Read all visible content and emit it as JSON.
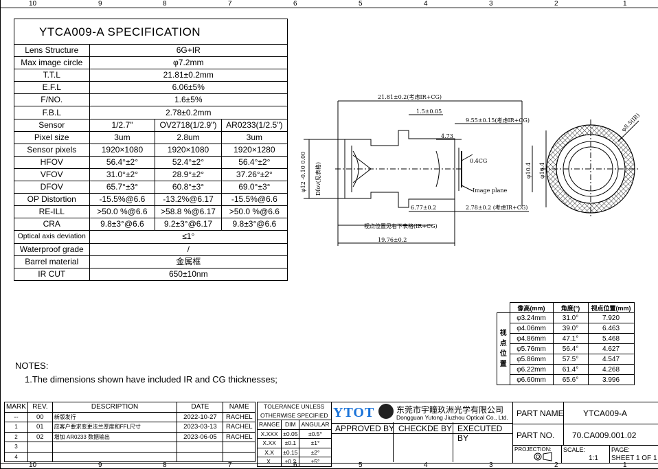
{
  "zones": [
    "10",
    "9",
    "8",
    "7",
    "6",
    "5",
    "4",
    "3",
    "2",
    "1"
  ],
  "spec": {
    "title": "YTCA009-A SPECIFICATION",
    "rows_single": [
      {
        "label": "Lens Structure",
        "value": "6G+IR"
      },
      {
        "label": "Max image circle",
        "value": "φ7.2mm"
      },
      {
        "label": "T.T.L",
        "value": "21.81±0.2mm"
      },
      {
        "label": "E.F.L",
        "value": "6.06±5%"
      },
      {
        "label": "F/NO.",
        "value": "1.6±5%"
      },
      {
        "label": "F.B.L",
        "value": "2.78±0.2mm"
      }
    ],
    "rows_multi": [
      {
        "label": "Sensor",
        "values": [
          "1/2.7\"",
          "OV2718(1/2.9\")",
          "AR0233(1/2.5\")"
        ]
      },
      {
        "label": "Pixel size",
        "values": [
          "3um",
          "2.8um",
          "3um"
        ]
      },
      {
        "label": "Sensor pixels",
        "values": [
          "1920×1080",
          "1920×1080",
          "1920×1280"
        ]
      },
      {
        "label": "HFOV",
        "values": [
          "56.4°±2°",
          "52.4°±2°",
          "56.4°±2°"
        ]
      },
      {
        "label": "VFOV",
        "values": [
          "31.0°±2°",
          "28.9°±2°",
          "37.26°±2°"
        ]
      },
      {
        "label": "DFOV",
        "values": [
          "65.7°±3°",
          "60.8°±3°",
          "69.0°±3°"
        ]
      },
      {
        "label": "OP Distortion",
        "values": [
          "-15.5%@6.6",
          "-13.2%@6.17",
          "-15.5%@6.6"
        ]
      },
      {
        "label": "RE-ILL",
        "values": [
          ">50.0 %@6.6",
          ">58.8 %@6.17",
          ">50.0 %@6.6"
        ]
      },
      {
        "label": "CRA",
        "values": [
          "9.8±3°@6.6",
          "9.2±3°@6.17",
          "9.8±3°@6.6"
        ]
      }
    ],
    "rows_tail": [
      {
        "label": "Optical axis deviation",
        "value": "≤1°"
      },
      {
        "label": "Waterproof grade",
        "value": "/"
      },
      {
        "label": "Barrel material",
        "value": "金属框"
      },
      {
        "label": "IR CUT",
        "value": "650±10nm"
      }
    ]
  },
  "drawing": {
    "ttl": "21.81±0.2(考虑IR+CG)",
    "d15": "1.5±0.05",
    "d955": "9.55±0.15(考虑IR+CG)",
    "d473": "4.73",
    "d04": "0.4CG",
    "dfov": "Dfov(见表格)",
    "phi12": "φ12 -0.10 0.00",
    "phi104": "φ10.4",
    "phi164": "φ16.4",
    "image_plane": "Image plane",
    "d677": "6.77±0.2",
    "d278": "2.78±0.2 (考虑IR+CG)",
    "viewpoint": "视点位置见右下表格(IR+CG)",
    "d1976": "19.76±0.2",
    "phi85": "φ8.5(IR)"
  },
  "viewpoint_table": {
    "side_label": [
      "视",
      "点",
      "位",
      "置"
    ],
    "headers": [
      "像高(mm)",
      "角度(°)",
      "视点位置(mm)"
    ],
    "rows": [
      [
        "φ3.24mm",
        "31.0°",
        "7.920"
      ],
      [
        "φ4.06mm",
        "39.0°",
        "6.463"
      ],
      [
        "φ4.86mm",
        "47.1°",
        "5.468"
      ],
      [
        "φ5.76mm",
        "56.4°",
        "4.627"
      ],
      [
        "φ5.86mm",
        "57.5°",
        "4.547"
      ],
      [
        "φ6.22mm",
        "61.4°",
        "4.268"
      ],
      [
        "φ6.60mm",
        "65.6°",
        "3.996"
      ]
    ]
  },
  "notes": {
    "title": "NOTES:",
    "items": [
      "1.The dimensions shown have included IR and CG thicknesses;"
    ]
  },
  "revisions": {
    "headers": [
      "MARK",
      "REV.",
      "DESCRIPTION",
      "DATE",
      "NAME"
    ],
    "rows": [
      [
        "--",
        "00",
        "新版发行",
        "2022-10-27",
        "RACHEL"
      ],
      [
        "1",
        "01",
        "应客户要求变更法兰厚度和FFL尺寸",
        "2023-03-13",
        "RACHEL"
      ],
      [
        "2",
        "02",
        "增加 AR0233 数据输出",
        "2023-06-05",
        "RACHEL"
      ],
      [
        "3",
        "",
        "",
        "",
        ""
      ],
      [
        "4",
        "",
        "",
        "",
        ""
      ]
    ]
  },
  "tolerance": {
    "title1": "TOLERANCE UNLESS",
    "title2": "OTHERWISE SPECIFIED",
    "headers": [
      "RANGE",
      "DIM",
      "ANGULAR"
    ],
    "rows": [
      [
        "X.XXX",
        "±0.05",
        "±0.5°"
      ],
      [
        "X.XX",
        "±0.1",
        "±1°"
      ],
      [
        "X.X",
        "±0.15",
        "±2°"
      ],
      [
        "X.",
        "±0.2",
        "±5°"
      ]
    ]
  },
  "company": {
    "logo": "YTOT",
    "name_cn": "东莞市宇瞳玖洲光学有限公司",
    "name_en": "Dongguan Yutong Jiuzhou Optical Co., Ltd."
  },
  "signoff": {
    "approved": "APPROVED BY",
    "checked": "CHECKDE BY",
    "executed": "EXECUTED BY"
  },
  "title_block": {
    "part_name_label": "PART NAME",
    "part_name": "YTCA009-A",
    "part_no_label": "PART NO.",
    "part_no": "70.CA009.001.02",
    "projection_label": "PROJECTION:",
    "scale_label": "SCALE:",
    "scale": "1:1",
    "page_label": "PAGE:",
    "page": "SHEET 1 OF 1"
  }
}
